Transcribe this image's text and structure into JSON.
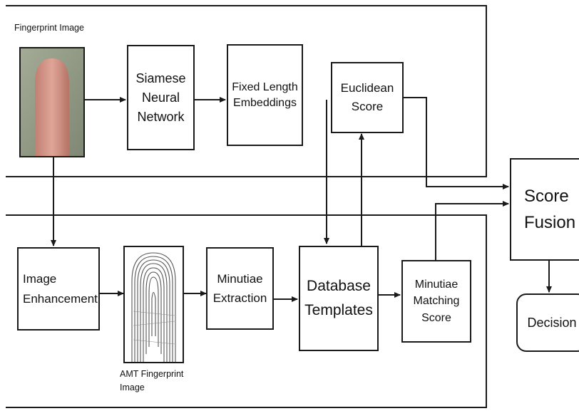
{
  "captions": {
    "fingerprint_image": "Fingerprint Image",
    "amt_fingerprint_image": "AMT Fingerprint\nImage"
  },
  "boxes": {
    "siamese": "Siamese\nNeural\nNetwork",
    "embeddings": "Fixed Length\nEmbeddings",
    "euclidean": "Euclidean\nScore",
    "score_fusion": "Score\nFusion",
    "enhancement": "Image\nEnhancement",
    "minutiae_extraction": "Minutiae\nExtraction",
    "database": "Database\nTemplates",
    "matching": "Minutiae\nMatching\nScore",
    "decision": "Decision"
  },
  "colors": {
    "line": "#1a1a1a",
    "finger_skin": "#d9998c",
    "finger_bg": "#8f9a84"
  }
}
